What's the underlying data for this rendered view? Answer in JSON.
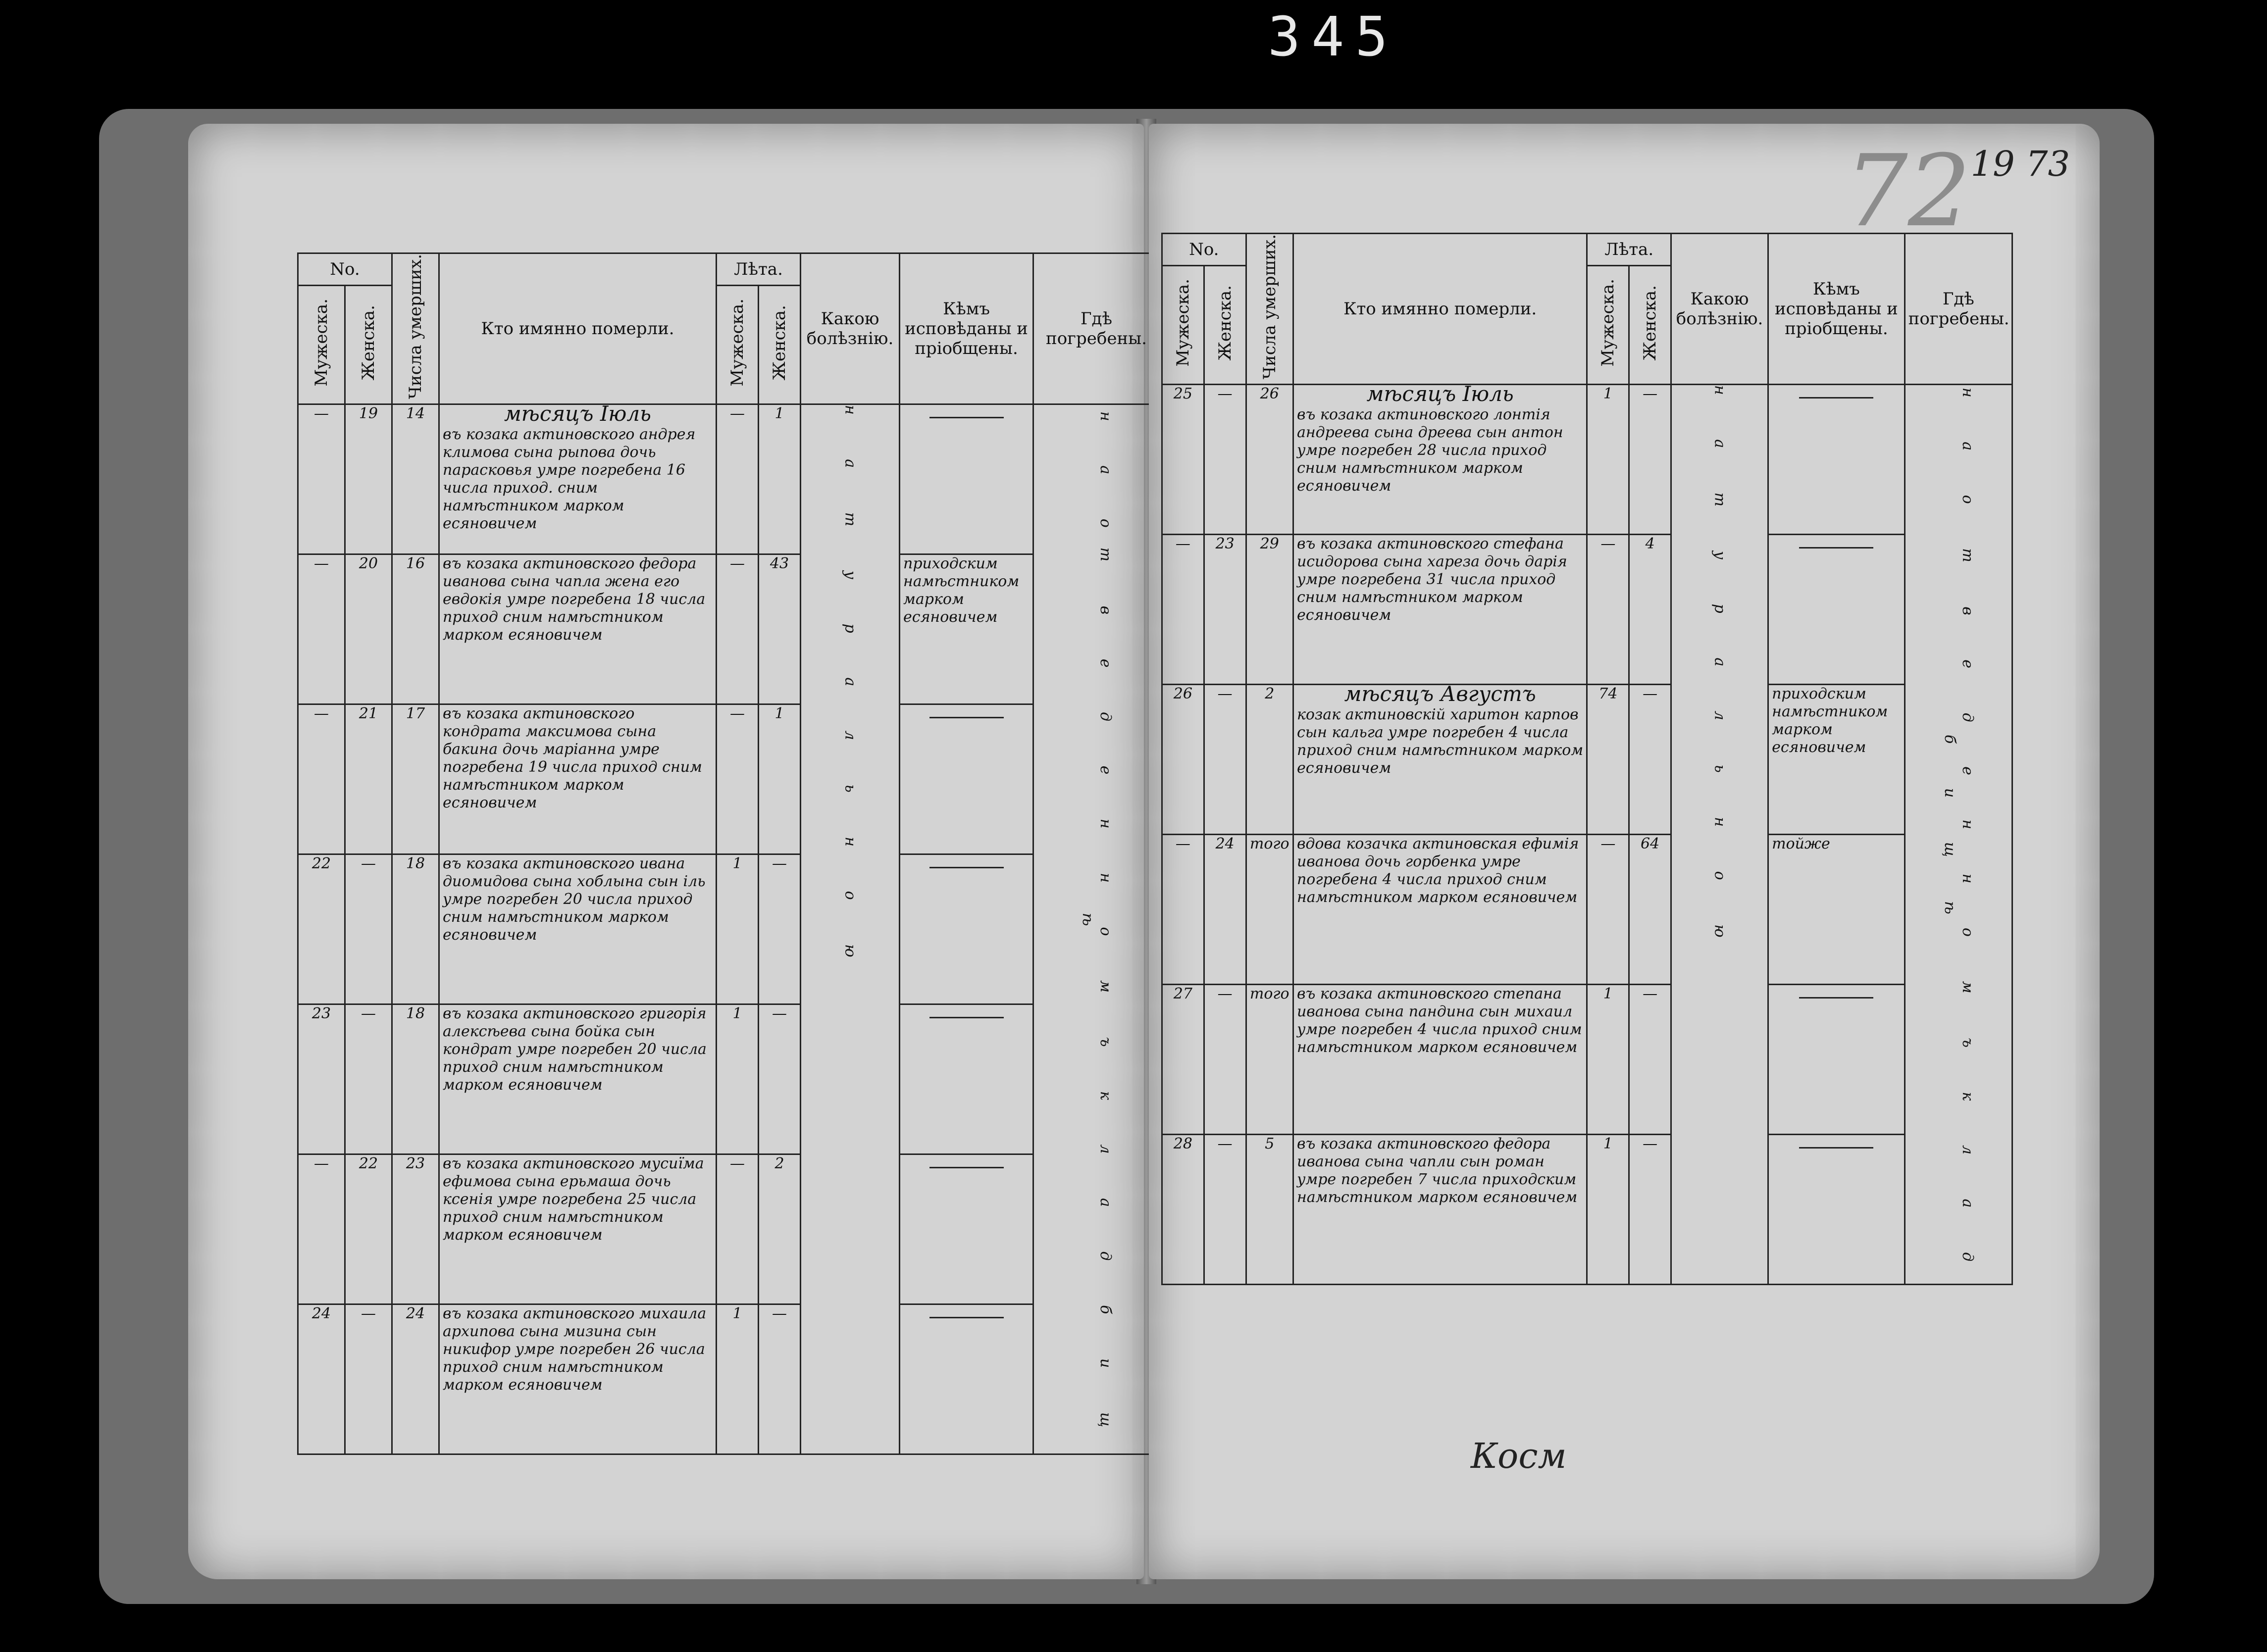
{
  "frame_number": "345",
  "left_page": {
    "header": {
      "no": "No.",
      "male": "Мужеска.",
      "female": "Женска.",
      "date": "Числа умерших.",
      "who": "Кто имянно померли.",
      "years": "Лѣта.",
      "years_male": "Мужеска.",
      "years_female": "Женска.",
      "disease": "Какою болѣзнію.",
      "confessed": "Кѣмъ исповѣданы и пріобщены.",
      "buried": "Гдѣ погребены."
    },
    "rows": [
      {
        "male": "—",
        "female": "19",
        "date": "14",
        "entry": "въ козака актиновского андрея климова сына рыпова дочь парасковья умре погребена 16 числа приход. сним намѣстником марком есяновичем",
        "month": "мѣсяцъ Іюль",
        "age_m": "—",
        "age_f": "1",
        "confessed": ""
      },
      {
        "male": "—",
        "female": "20",
        "date": "16",
        "entry": "въ козака актиновского федора иванова сына чапла жена его евдокія умре погребена 18 числа приход сним намѣстником марком есяновичем",
        "month": "",
        "age_m": "—",
        "age_f": "43",
        "confessed": "приходским намѣстником марком есяновичем"
      },
      {
        "male": "—",
        "female": "21",
        "date": "17",
        "entry": "въ козака актиновского кондрата максимова сына бакина дочь маріанна умре погребена 19 числа приход сним намѣстником марком есяновичем",
        "month": "",
        "age_m": "—",
        "age_f": "1",
        "confessed": ""
      },
      {
        "male": "22",
        "female": "—",
        "date": "18",
        "entry": "въ козака актиновского ивана диомидова сына хоблына сын іль умре погребен 20 числа приход сним намѣстником марком есяновичем",
        "month": "",
        "age_m": "1",
        "age_f": "—",
        "confessed": ""
      },
      {
        "male": "23",
        "female": "—",
        "date": "18",
        "entry": "въ козака актиновского григорія алексѣева сына бойка сын кондрат умре погребен 20 числа приход сним намѣстником марком есяновичем",
        "month": "",
        "age_m": "1",
        "age_f": "—",
        "confessed": ""
      },
      {
        "male": "—",
        "female": "22",
        "date": "23",
        "entry": "въ козака актиновского мусиїма ефимова сына ерьмаша дочь ксенія умре погребена 25 числа приход сним намѣстником марком есяновичем",
        "month": "",
        "age_m": "—",
        "age_f": "2",
        "confessed": ""
      },
      {
        "male": "24",
        "female": "—",
        "date": "24",
        "entry": "въ козака актиновского михаила архипова сына мизина сын никифор умре погребен 26 числа приход сним намѣстником марком есяновичем",
        "month": "",
        "age_m": "1",
        "age_f": "—",
        "confessed": ""
      }
    ],
    "disease_note": "н а т у р а л ь н о ю",
    "buried_note": "н а от в е д е н н о м ъ к л а д б и щ ѣ"
  },
  "right_page": {
    "folio": "19 73",
    "folio_stamp": "72",
    "header": {
      "no": "No.",
      "male": "Мужеска.",
      "female": "Женска.",
      "date": "Числа умерших.",
      "who": "Кто имянно померли.",
      "years": "Лѣта.",
      "years_male": "Мужеска.",
      "years_female": "Женска.",
      "disease": "Какою болѣзнію.",
      "confessed": "Кѣмъ исповѣданы и пріобщены.",
      "buried": "Гдѣ погребены."
    },
    "rows": [
      {
        "male": "25",
        "female": "—",
        "date": "26",
        "entry": "въ козака актиновского лонтія андреева сына дреева сын антон умре погребен 28 числа приход сним намѣстником марком есяновичем",
        "month": "мѣсяцъ Іюль",
        "age_m": "1",
        "age_f": "—",
        "confessed": ""
      },
      {
        "male": "—",
        "female": "23",
        "date": "29",
        "entry": "въ козака актиновского стефана исидорова сына хареза дочь дарія умре погребена 31 числа приход сним намѣстником марком есяновичем",
        "month": "",
        "age_m": "—",
        "age_f": "4",
        "confessed": ""
      },
      {
        "male": "26",
        "female": "—",
        "date": "2",
        "entry": "козак актиновскій харитон карпов сын кальга умре погребен 4 числа приход сним намѣстником марком есяновичем",
        "month": "мѣсяцъ Августъ",
        "age_m": "74",
        "age_f": "—",
        "confessed": "приходским намѣстником марком есяновичем"
      },
      {
        "male": "—",
        "female": "24",
        "date": "того",
        "entry": "вдова козачка актиновская ефимія иванова дочь горбенка умре погребена 4 числа приход сним намѣстником марком есяновичем",
        "month": "",
        "age_m": "—",
        "age_f": "64",
        "confessed": "тойже"
      },
      {
        "male": "27",
        "female": "—",
        "date": "того",
        "entry": "въ козака актиновского степана иванова сына пандина сын михаил умре погребен 4 числа приход сним намѣстником марком есяновичем",
        "month": "",
        "age_m": "1",
        "age_f": "—",
        "confessed": ""
      },
      {
        "male": "28",
        "female": "—",
        "date": "5",
        "entry": "въ козака актиновского федора иванова сына чапли сын роман умре погребен 7 числа приходским намѣстником марком есяновичем",
        "month": "",
        "age_m": "1",
        "age_f": "—",
        "confessed": ""
      }
    ],
    "disease_note": "н а т у р а л ь н о ю",
    "buried_note": "н а о т в е д е н н о м ъ к л а д б и щ ѣ",
    "signature": "Косм"
  }
}
